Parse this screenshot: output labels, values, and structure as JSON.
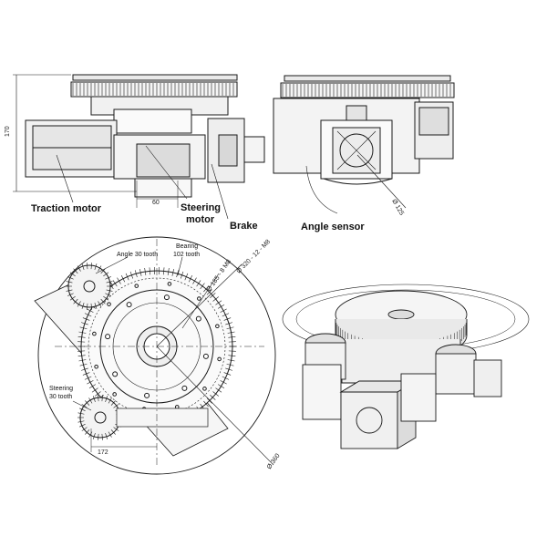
{
  "labels": {
    "traction_motor": "Traction motor",
    "steering_motor_1": "Steering",
    "steering_motor_2": "motor",
    "brake": "Brake",
    "angle_sensor": "Angle sensor",
    "angle_30_tooth": "Angle 30 tooth",
    "bearing_1": "Bearing",
    "bearing_2": "102 tooth",
    "steering_30_tooth_1": "Steering",
    "steering_30_tooth_2": "30 tooth"
  },
  "dimensions": {
    "height_170": "170",
    "width_60": "60",
    "dia_125": "Ø 125",
    "width_172": "172",
    "dia_360": "Ø 360",
    "pcd_185": "Ø 185 - 8 M8",
    "pcd_320": "Ø 320 - 12 - M8"
  },
  "colors": {
    "line": "#1a1a1a",
    "fill_light": "#f4f4f4",
    "fill_mid": "#e2e2e2",
    "fill_dark": "#bfbfbf"
  }
}
